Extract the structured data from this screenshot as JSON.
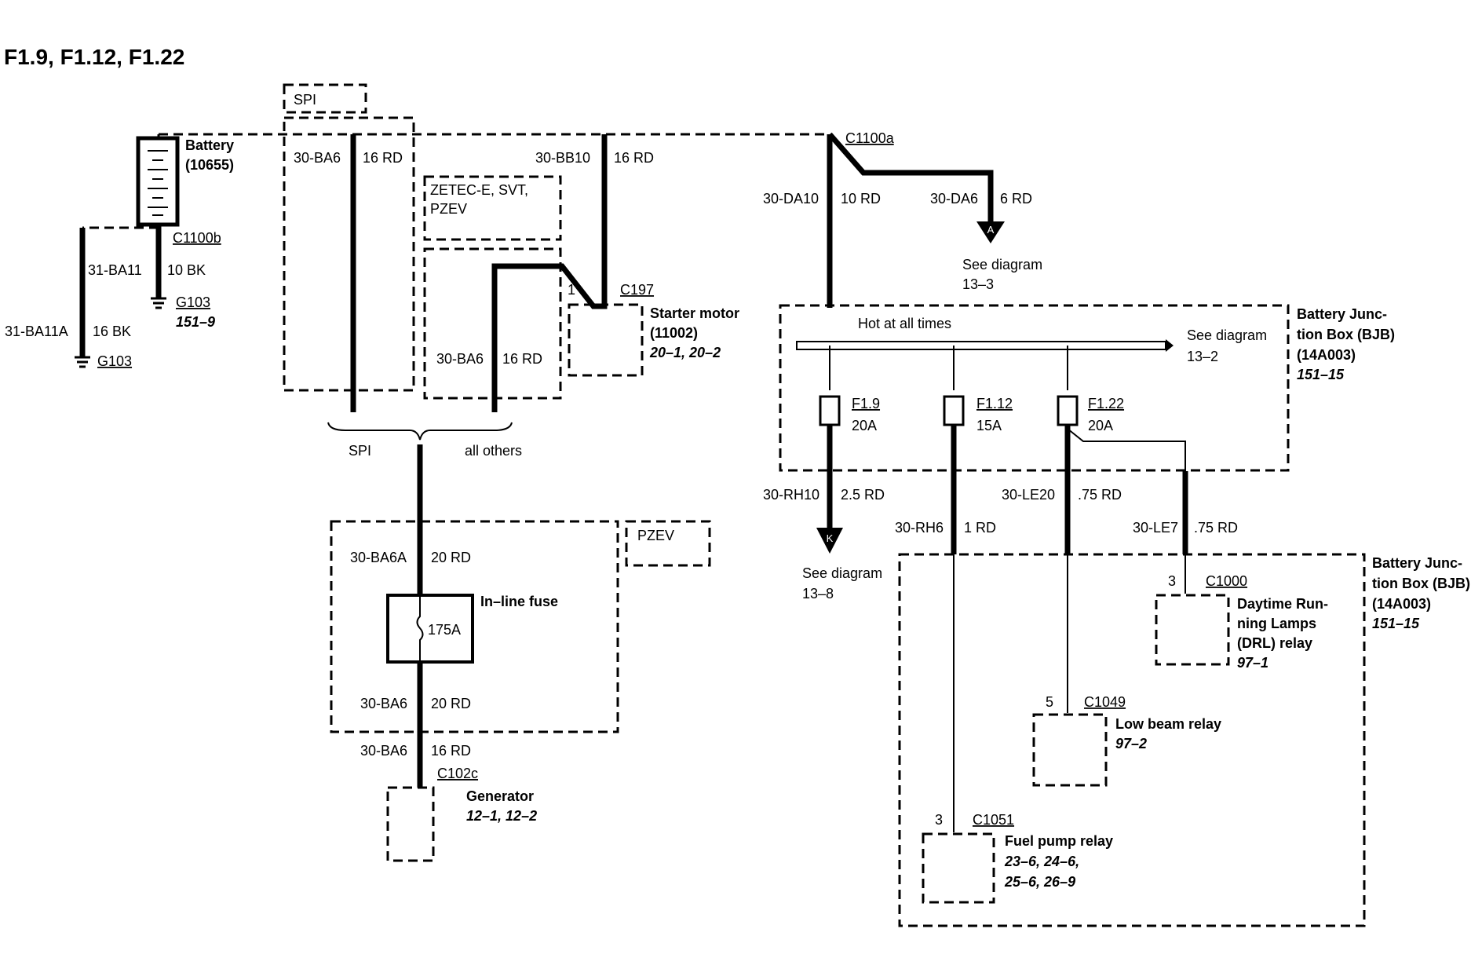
{
  "title": "F1.9, F1.12, F1.22",
  "labels": {
    "spi_top": "SPI",
    "spi_bottom": "SPI",
    "all_others": "all others",
    "zetec_line1": "ZETEC-E, SVT,",
    "zetec_line2": "PZEV",
    "pzev": "PZEV",
    "hot_at_all_times": "Hot at all times"
  },
  "wires": {
    "w1_circuit": "30-BA6",
    "w1_gauge": "16 RD",
    "w2_circuit": "30-BB10",
    "w2_gauge": "16 RD",
    "w3_circuit": "31-BA11",
    "w3_gauge": "10 BK",
    "w4_circuit": "31-BA11A",
    "w4_gauge": "16 BK",
    "w5_circuit": "30-BA6",
    "w5_gauge": "16 RD",
    "w6_circuit": "30-BA6A",
    "w6_gauge": "20 RD",
    "w7_circuit": "30-BA6",
    "w7_gauge": "20 RD",
    "w8_circuit": "30-BA6",
    "w8_gauge": "16 RD",
    "w9_circuit": "30-DA10",
    "w9_gauge": "10 RD",
    "w10_circuit": "30-DA6",
    "w10_gauge": "6 RD",
    "w11_circuit": "30-RH10",
    "w11_gauge": "2.5 RD",
    "w12_circuit": "30-RH6",
    "w12_gauge": "1 RD",
    "w13_circuit": "30-LE20",
    "w13_gauge": ".75 RD",
    "w14_circuit": "30-LE7",
    "w14_gauge": ".75 RD"
  },
  "connectors": {
    "c1100a": "C1100a",
    "c1100b": "C1100b",
    "c197": "C197",
    "c197_pin": "1",
    "c102c": "C102c",
    "c1000": "C1000",
    "c1000_pin": "3",
    "c1049": "C1049",
    "c1049_pin": "5",
    "c1051": "C1051",
    "c1051_pin": "3",
    "g103a": "G103",
    "g103a_ref": "151–9",
    "g103b": "G103"
  },
  "components": {
    "battery_name": "Battery",
    "battery_num": "(10655)",
    "starter_name": "Starter motor",
    "starter_num": "(11002)",
    "starter_ref": "20–1, 20–2",
    "inline_fuse": "In–line fuse",
    "inline_fuse_rating": "175A",
    "generator_name": "Generator",
    "generator_ref": "12–1, 12–2",
    "bjb1_l1": "Battery Junc-",
    "bjb1_l2": "tion Box (BJB)",
    "bjb1_l3": "(14A003)",
    "bjb1_ref": "151–15",
    "bjb2_l1": "Battery Junc-",
    "bjb2_l2": "tion Box (BJB)",
    "bjb2_l3": "(14A003)",
    "bjb2_ref": "151–15",
    "drl_l1": "Daytime Run-",
    "drl_l2": "ning Lamps",
    "drl_l3": "(DRL) relay",
    "drl_ref": "97–1",
    "lowbeam_name": "Low beam relay",
    "lowbeam_ref": "97–2",
    "fuelpump_name": "Fuel pump relay",
    "fuelpump_ref1": "23–6, 24–6,",
    "fuelpump_ref2": "25–6, 26–9"
  },
  "fuses": {
    "f19_name": "F1.9",
    "f19_rating": "20A",
    "f112_name": "F1.12",
    "f112_rating": "15A",
    "f122_name": "F1.22",
    "f122_rating": "20A"
  },
  "see_diagrams": {
    "a_text": "See diagram",
    "a_ref": "13–3",
    "a_letter": "A",
    "bus_text": "See diagram",
    "bus_ref": "13–2",
    "k_text": "See diagram",
    "k_ref": "13–8",
    "k_letter": "K"
  }
}
